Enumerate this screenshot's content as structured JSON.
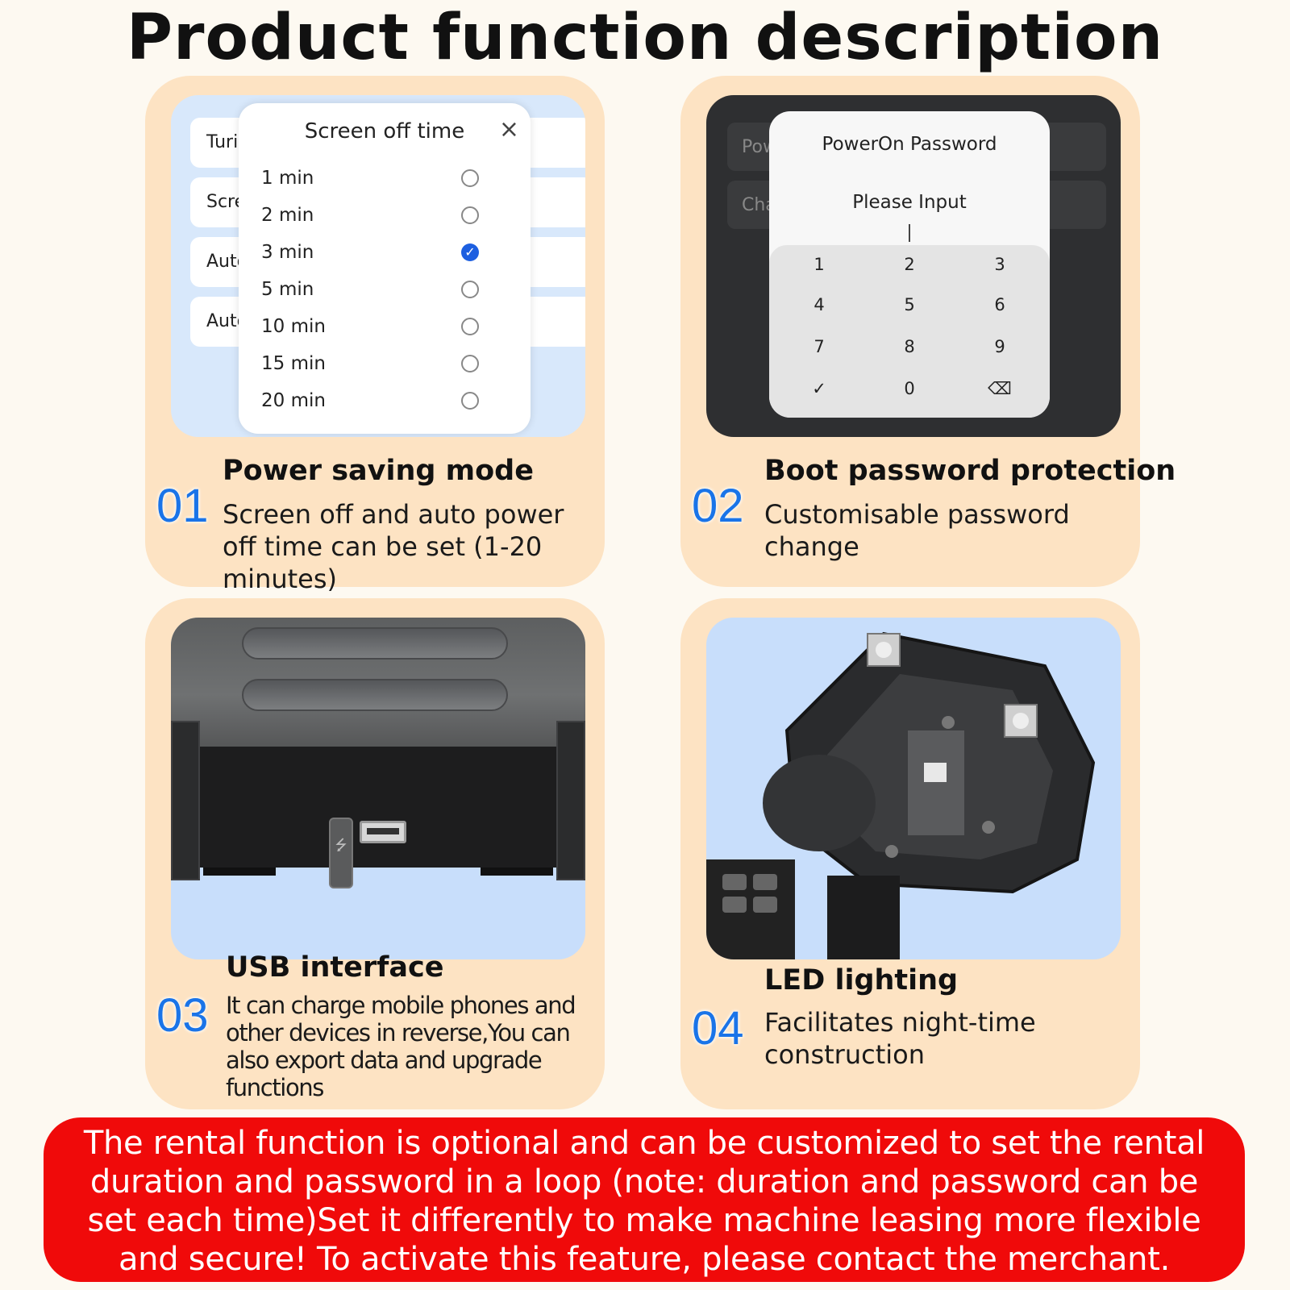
{
  "page": {
    "title": "Product function description"
  },
  "features": [
    {
      "number": "01",
      "title": "Power saving mode",
      "description": "Screen off and auto power off time can be set (1-20 minutes)",
      "screen": {
        "background_rows": [
          "Turi",
          "Scre",
          "Auto",
          "Auto"
        ],
        "dialog_title": "Screen off time",
        "close_icon": "×",
        "options": [
          "1 min",
          "2 min",
          "3 min",
          "5 min",
          "10 min",
          "15 min",
          "20 min"
        ],
        "selected_option": "3 min"
      }
    },
    {
      "number": "02",
      "title": "Boot password protection",
      "description": "Customisable password change",
      "screen": {
        "background_rows": [
          "Pow",
          "Cha"
        ],
        "dialog_title": "PowerOn Password",
        "prompt": "Please Input",
        "keys": [
          "1",
          "2",
          "3",
          "4",
          "5",
          "6",
          "7",
          "8",
          "9",
          "✓",
          "0",
          "⌫"
        ]
      }
    },
    {
      "number": "03",
      "title": "USB interface",
      "description": "It can charge mobile phones and other devices in reverse,You can also export data and upgrade functions",
      "usb_symbol": "⭍"
    },
    {
      "number": "04",
      "title": "LED lighting",
      "description": "Facilitates night-time construction"
    }
  ],
  "banner": {
    "text": "The rental function is optional and can be customized to set the rental duration and password in a loop (note: duration and password can be set each time)Set it differently to make machine leasing more flexible and secure! To activate this feature, please contact the merchant."
  },
  "colors": {
    "card_bg": "#fde3c3",
    "number_blue": "#1a74e8",
    "banner_red": "#f00a0a",
    "radio_selected": "#1d5fe0"
  }
}
